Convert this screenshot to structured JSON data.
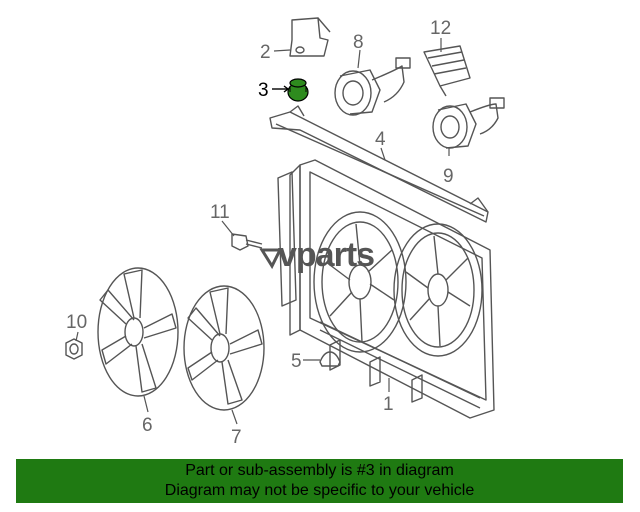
{
  "diagram": {
    "callouts": {
      "c1": "1",
      "c2": "2",
      "c3": "3",
      "c4": "4",
      "c5": "5",
      "c6": "6",
      "c7": "7",
      "c8": "8",
      "c9": "9",
      "c10": "10",
      "c11": "11",
      "c12": "12"
    },
    "highlighted_part": "3",
    "highlight_color": "#2e8b1e",
    "watermark": "vparts"
  },
  "banner": {
    "line1": "Part or sub-assembly is #3 in diagram",
    "line2": "Diagram may not be specific to your vehicle",
    "background": "#1f7a12"
  }
}
